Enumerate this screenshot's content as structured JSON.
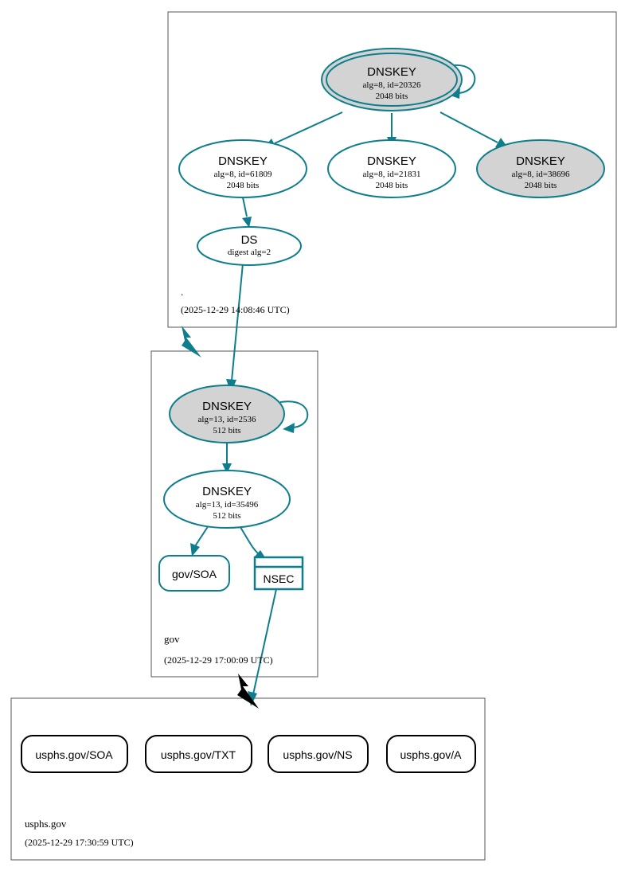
{
  "diagram": {
    "type": "dnssec-authentication-chain",
    "colors": {
      "secure": "#0f7e8c",
      "insecure": "#000000",
      "zone_border": "#555555",
      "key_shade": "#d3d3d3"
    }
  },
  "zones": [
    {
      "id": "root",
      "name": ".",
      "timestamp": "(2025-12-29 14:08:46 UTC)",
      "nodes": [
        {
          "id": "root-ksk-20326",
          "kind": "DNSKEY",
          "title": "DNSKEY",
          "line2": "alg=8, id=20326",
          "line3": "2048 bits",
          "shaded": true,
          "double_border": true,
          "self_signed": true
        },
        {
          "id": "root-zsk-61809",
          "kind": "DNSKEY",
          "title": "DNSKEY",
          "line2": "alg=8, id=61809",
          "line3": "2048 bits",
          "shaded": false,
          "double_border": false,
          "self_signed": false
        },
        {
          "id": "root-zsk-21831",
          "kind": "DNSKEY",
          "title": "DNSKEY",
          "line2": "alg=8, id=21831",
          "line3": "2048 bits",
          "shaded": false,
          "double_border": false,
          "self_signed": false
        },
        {
          "id": "root-zsk-38696",
          "kind": "DNSKEY",
          "title": "DNSKEY",
          "line2": "alg=8, id=38696",
          "line3": "2048 bits",
          "shaded": true,
          "double_border": false,
          "self_signed": false
        },
        {
          "id": "root-ds",
          "kind": "DS",
          "title": "DS",
          "line2": "digest alg=2",
          "line3": "",
          "shaded": false,
          "double_border": false,
          "self_signed": false
        }
      ]
    },
    {
      "id": "gov",
      "name": "gov",
      "timestamp": "(2025-12-29 17:00:09 UTC)",
      "nodes": [
        {
          "id": "gov-ksk-2536",
          "kind": "DNSKEY",
          "title": "DNSKEY",
          "line2": "alg=13, id=2536",
          "line3": "512 bits",
          "shaded": true,
          "double_border": false,
          "self_signed": true
        },
        {
          "id": "gov-zsk-35496",
          "kind": "DNSKEY",
          "title": "DNSKEY",
          "line2": "alg=13, id=35496",
          "line3": "512 bits",
          "shaded": false,
          "double_border": false,
          "self_signed": false
        },
        {
          "id": "gov-soa",
          "kind": "RRset",
          "title": "gov/SOA",
          "line2": "",
          "line3": "",
          "shaded": false,
          "double_border": false,
          "self_signed": false
        },
        {
          "id": "gov-nsec",
          "kind": "NSEC",
          "title": "NSEC",
          "line2": "",
          "line3": "",
          "shaded": false,
          "double_border": false,
          "self_signed": false
        }
      ]
    },
    {
      "id": "usphs",
      "name": "usphs.gov",
      "timestamp": "(2025-12-29 17:30:59 UTC)",
      "nodes": [
        {
          "id": "usphs-soa",
          "kind": "RRset",
          "title": "usphs.gov/SOA",
          "line2": "",
          "line3": "",
          "shaded": false,
          "double_border": false,
          "self_signed": false
        },
        {
          "id": "usphs-txt",
          "kind": "RRset",
          "title": "usphs.gov/TXT",
          "line2": "",
          "line3": "",
          "shaded": false,
          "double_border": false,
          "self_signed": false
        },
        {
          "id": "usphs-ns",
          "kind": "RRset",
          "title": "usphs.gov/NS",
          "line2": "",
          "line3": "",
          "shaded": false,
          "double_border": false,
          "self_signed": false
        },
        {
          "id": "usphs-a",
          "kind": "RRset",
          "title": "usphs.gov/A",
          "line2": "",
          "line3": "",
          "shaded": false,
          "double_border": false,
          "self_signed": false
        }
      ]
    }
  ],
  "edges": [
    {
      "from": "root-ksk-20326",
      "to": "root-ksk-20326",
      "style": "self-loop",
      "color": "secure"
    },
    {
      "from": "root-ksk-20326",
      "to": "root-zsk-61809",
      "style": "signs",
      "color": "secure"
    },
    {
      "from": "root-ksk-20326",
      "to": "root-zsk-21831",
      "style": "signs",
      "color": "secure"
    },
    {
      "from": "root-ksk-20326",
      "to": "root-zsk-38696",
      "style": "signs",
      "color": "secure"
    },
    {
      "from": "root-zsk-61809",
      "to": "root-ds",
      "style": "signs",
      "color": "secure"
    },
    {
      "from": "root-ds",
      "to": "gov-ksk-2536",
      "style": "delegation-chain",
      "color": "secure"
    },
    {
      "from": "gov-ksk-2536",
      "to": "gov-ksk-2536",
      "style": "self-loop",
      "color": "secure"
    },
    {
      "from": "gov-ksk-2536",
      "to": "gov-zsk-35496",
      "style": "signs",
      "color": "secure"
    },
    {
      "from": "gov-zsk-35496",
      "to": "gov-soa",
      "style": "signs",
      "color": "secure"
    },
    {
      "from": "gov-zsk-35496",
      "to": "gov-nsec",
      "style": "signs",
      "color": "secure"
    },
    {
      "from": "gov-nsec",
      "to": "usphs",
      "style": "proof",
      "color": "secure"
    }
  ],
  "delegations": [
    {
      "from": ".",
      "to": "gov",
      "status": "secure",
      "color": "#0f7e8c"
    },
    {
      "from": "gov",
      "to": "usphs.gov",
      "status": "insecure",
      "color": "#000000"
    }
  ]
}
